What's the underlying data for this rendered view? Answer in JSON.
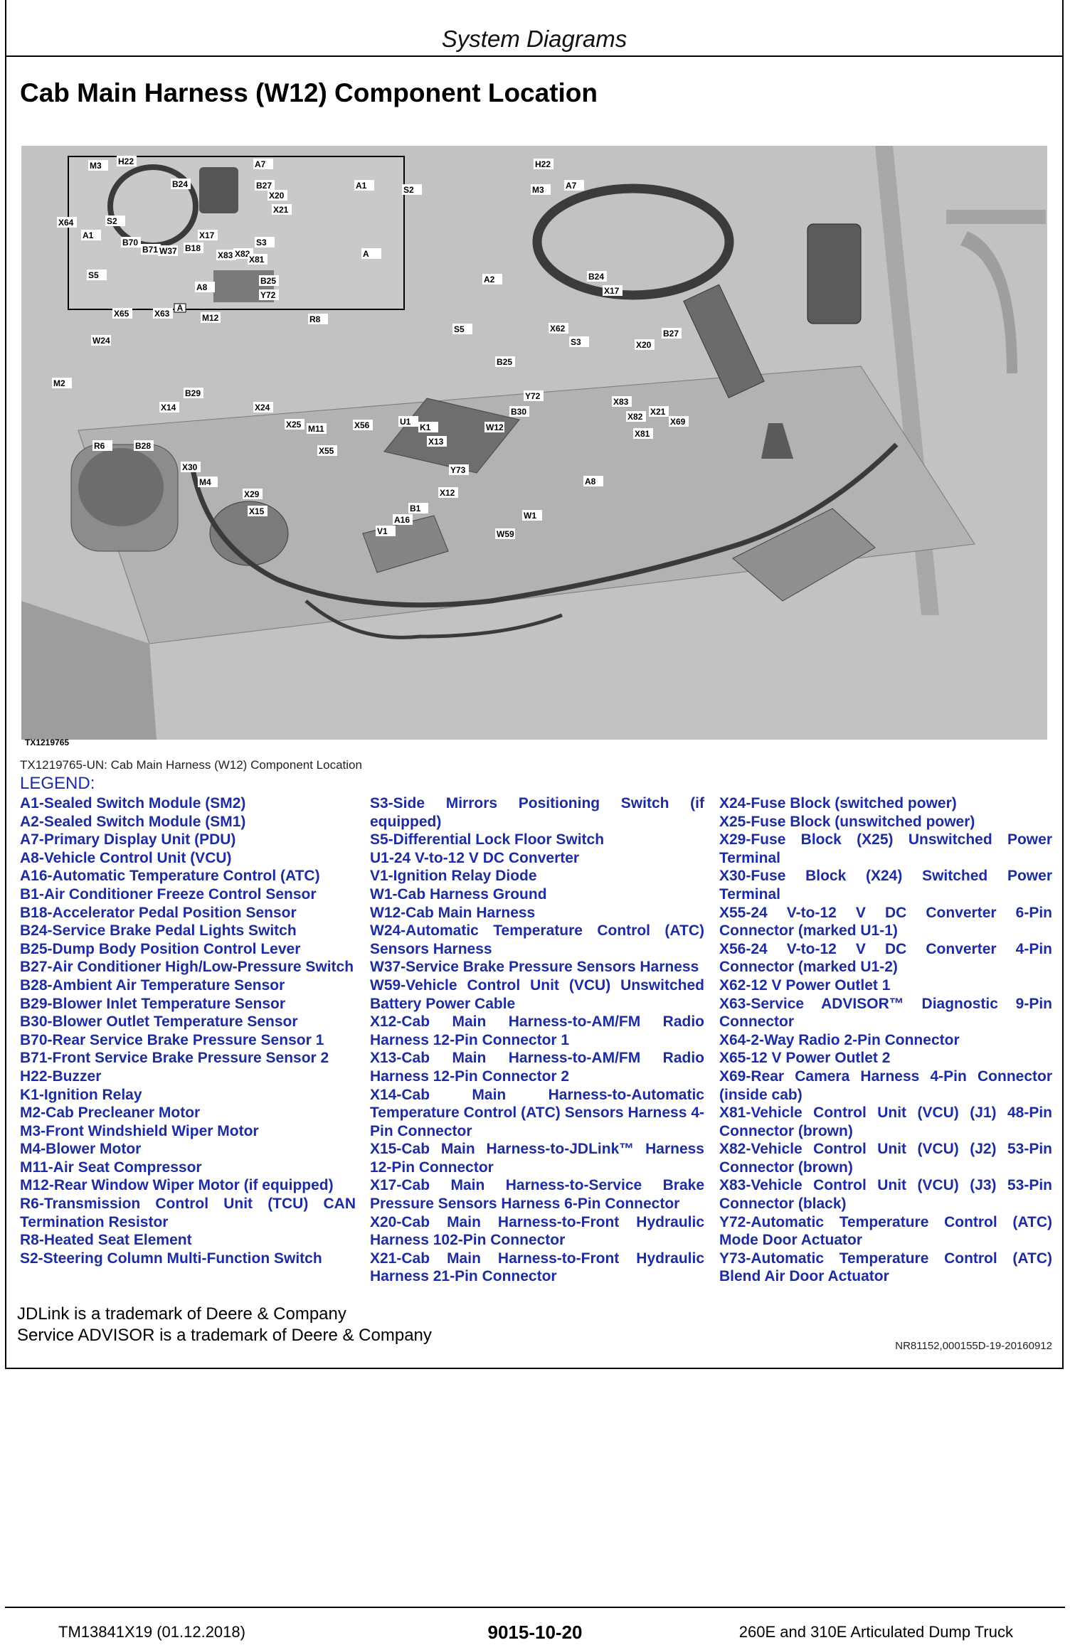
{
  "header": {
    "section": "System Diagrams"
  },
  "title": "Cab Main Harness (W12) Component Location",
  "figure": {
    "id": "TX1219765",
    "caption": "TX1219765-UN: Cab Main Harness (W12) Component Location",
    "inset_label": "A",
    "callouts": [
      "M3",
      "H22",
      "A7",
      "B24",
      "B27",
      "X20",
      "X21",
      "X64",
      "A1",
      "S2",
      "X17",
      "B70",
      "B71",
      "W37",
      "B18",
      "X83",
      "X82",
      "S3",
      "X81",
      "S5",
      "B25",
      "A8",
      "Y72",
      "A1",
      "S2",
      "H22",
      "M3",
      "A7",
      "A",
      "A2",
      "B24",
      "X17",
      "X65",
      "X63",
      "M12",
      "W24",
      "R8",
      "S5",
      "X62",
      "S3",
      "B27",
      "X20",
      "B25",
      "M2",
      "B29",
      "X14",
      "Y72",
      "B30",
      "X83",
      "X82",
      "X21",
      "X69",
      "X24",
      "X25",
      "M11",
      "X56",
      "U1",
      "K1",
      "W12",
      "X81",
      "X13",
      "R6",
      "B28",
      "X55",
      "X30",
      "M4",
      "Y73",
      "A8",
      "X12",
      "X29",
      "W1",
      "X15",
      "B1",
      "A16",
      "V1",
      "W59"
    ]
  },
  "legend": {
    "heading": "LEGEND:",
    "col1": [
      "A1-Sealed Switch Module (SM2)",
      "A2-Sealed Switch Module (SM1)",
      "A7-Primary Display Unit (PDU)",
      "A8-Vehicle Control Unit (VCU)",
      "A16-Automatic Temperature Control (ATC)",
      "B1-Air Conditioner Freeze Control Sensor",
      "B18-Accelerator Pedal Position Sensor",
      "B24-Service Brake Pedal Lights Switch",
      "B25-Dump Body Position Control Lever",
      "B27-Air Conditioner High/Low-Pressure Switch",
      "B28-Ambient Air Temperature Sensor",
      "B29-Blower Inlet Temperature Sensor",
      "B30-Blower Outlet Temperature Sensor",
      "B70-Rear Service Brake Pressure Sensor 1",
      "B71-Front Service Brake Pressure Sensor 2",
      "H22-Buzzer",
      "K1-Ignition Relay",
      "M2-Cab Precleaner Motor",
      "M3-Front Windshield Wiper Motor",
      "M4-Blower Motor",
      "M11-Air Seat Compressor",
      "M12-Rear Window Wiper Motor (if equipped)",
      "R6-Transmission Control Unit (TCU) CAN Termination Resistor",
      "R8-Heated Seat Element",
      "S2-Steering Column Multi-Function Switch"
    ],
    "col2": [
      "S3-Side Mirrors Positioning Switch (if equipped)",
      "S5-Differential Lock Floor Switch",
      "U1-24 V-to-12 V DC Converter",
      "V1-Ignition Relay Diode",
      "W1-Cab Harness Ground",
      "W12-Cab Main Harness",
      "W24-Automatic Temperature Control (ATC) Sensors Harness",
      "W37-Service Brake Pressure Sensors Harness",
      "W59-Vehicle Control Unit (VCU) Unswitched Battery Power Cable",
      "X12-Cab Main Harness-to-AM/FM Radio Harness 12-Pin Connector 1",
      "X13-Cab Main Harness-to-AM/FM Radio Harness 12-Pin Connector 2",
      "X14-Cab Main Harness-to-Automatic Temperature Control (ATC) Sensors Harness 4-Pin Connector",
      "X15-Cab Main Harness-to-JDLink™ Harness 12-Pin Connector",
      "X17-Cab Main Harness-to-Service Brake Pressure Sensors Harness 6-Pin Connector",
      "X20-Cab Main Harness-to-Front Hydraulic Harness 102-Pin Connector",
      "X21-Cab Main Harness-to-Front Hydraulic Harness 21-Pin Connector"
    ],
    "col3": [
      "X24-Fuse Block (switched power)",
      "X25-Fuse Block (unswitched power)",
      "X29-Fuse Block (X25) Unswitched Power Terminal",
      "X30-Fuse Block (X24) Switched Power Terminal",
      "X55-24 V-to-12 V DC Converter 6-Pin Connector (marked U1-1)",
      "X56-24 V-to-12 V DC Converter 4-Pin Connector (marked U1-2)",
      "X62-12 V Power Outlet 1",
      "X63-Service ADVISOR™ Diagnostic 9-Pin Connector",
      "X64-2-Way Radio 2-Pin Connector",
      "X65-12 V Power Outlet 2",
      "X69-Rear Camera Harness 4-Pin Connector (inside cab)",
      "X81-Vehicle Control Unit (VCU) (J1) 48-Pin Connector (brown)",
      "X82-Vehicle Control Unit (VCU) (J2) 53-Pin Connector (brown)",
      "X83-Vehicle Control Unit (VCU) (J3) 53-Pin Connector (black)",
      "Y72-Automatic Temperature Control (ATC) Mode Door Actuator",
      "Y73-Automatic Temperature Control (ATC) Blend Air Door Actuator"
    ]
  },
  "trademarks": [
    "JDLink is a trademark of Deere & Company",
    "Service ADVISOR is a trademark of Deere & Company"
  ],
  "doc_code": "NR81152,000155D-19-20160912",
  "footer": {
    "left": "TM13841X19 (01.12.2018)",
    "center": "9015-10-20",
    "right": "260E and 310E Articulated Dump Truck"
  },
  "colors": {
    "legend_text": "#1d2c9e",
    "figure_bg": "#bdbdbd"
  }
}
